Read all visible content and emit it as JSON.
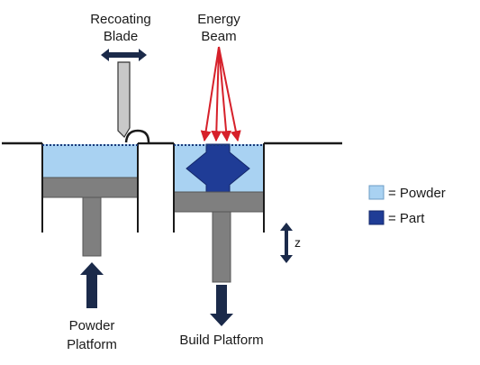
{
  "labels": {
    "recoating_blade": [
      "Recoating",
      "Blade"
    ],
    "energy_beam": [
      "Energy",
      "Beam"
    ],
    "powder_platform": [
      "Powder",
      "Platform"
    ],
    "build_platform": "Build Platform",
    "z_axis": "z"
  },
  "legend": {
    "powder": "= Powder",
    "part": "= Part"
  },
  "colors": {
    "powder": "#a9d2f2",
    "part": "#1f3c96",
    "piston": "#7f7f7f",
    "piston_dark": "#6b6b6b",
    "beam": "#d6202a",
    "arrow": "#1b2a4a",
    "outline": "#1a1a1a"
  }
}
